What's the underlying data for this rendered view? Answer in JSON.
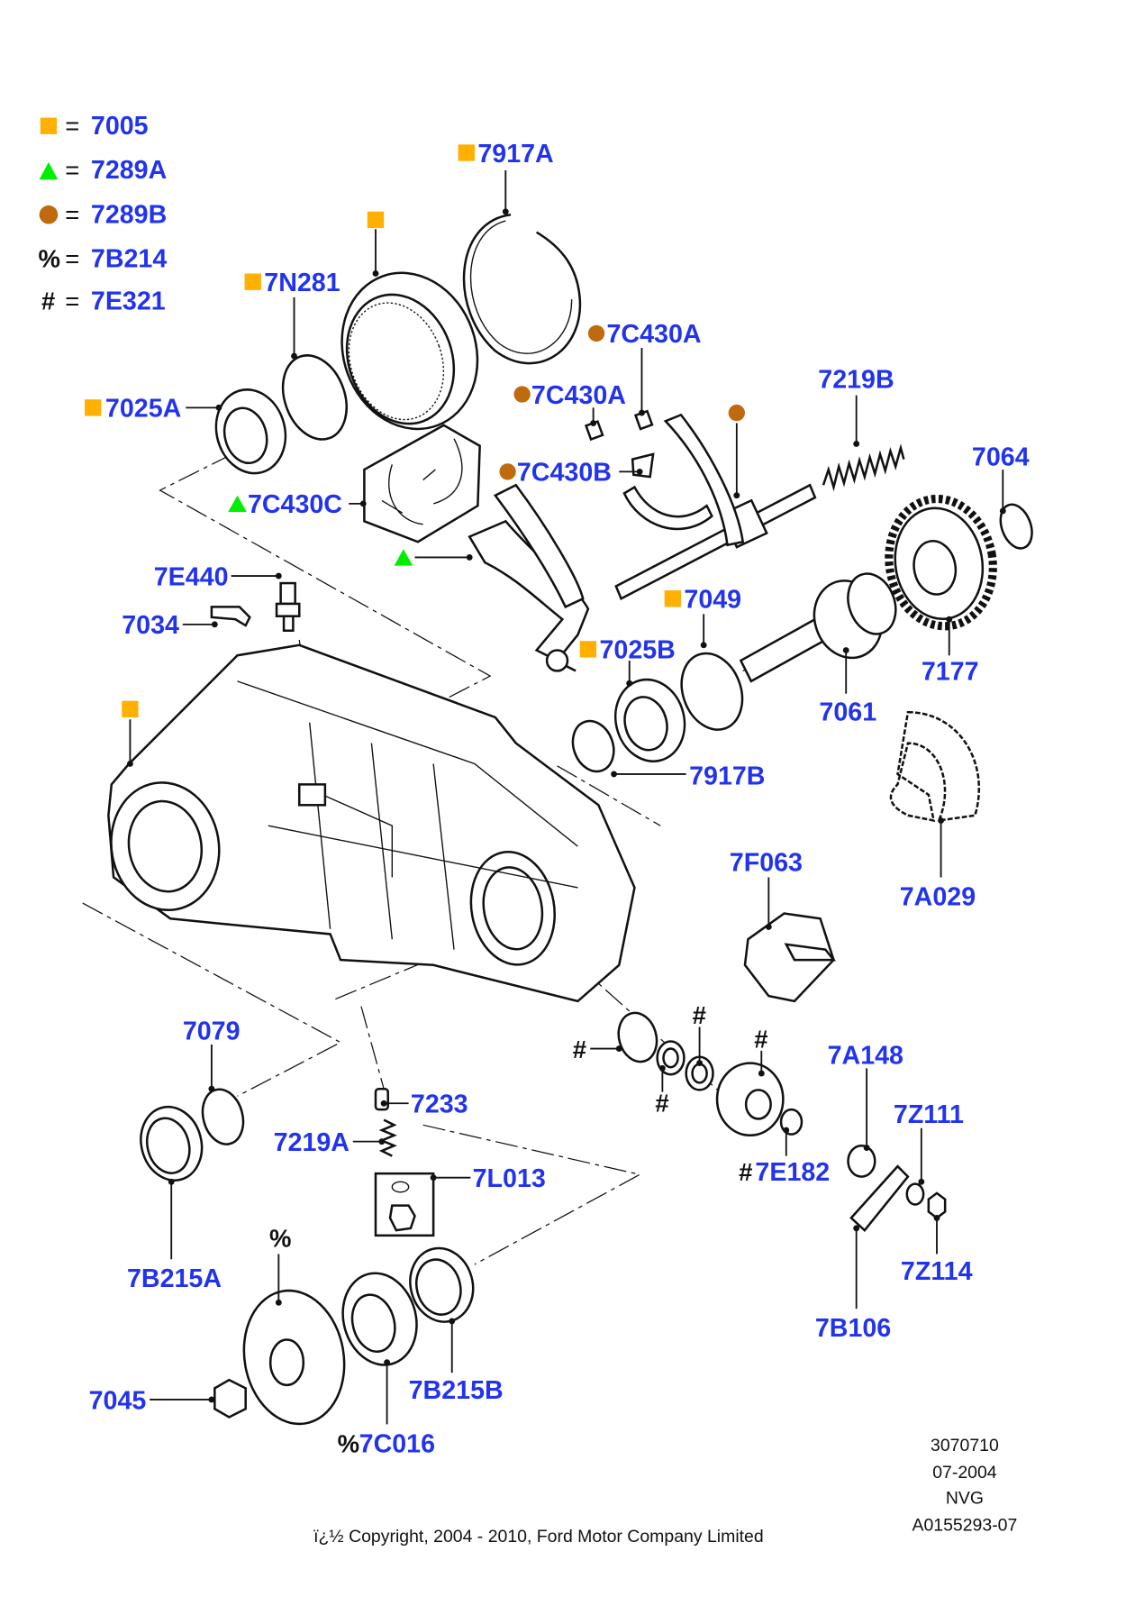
{
  "colors": {
    "label": "#2233ee",
    "square": "#ffb000",
    "triangle": "#00ee00",
    "circle": "#c06a10"
  },
  "legend": {
    "equals": "=",
    "items": [
      {
        "symbol": "square-marker",
        "code": "7005"
      },
      {
        "symbol": "triangle-marker",
        "code": "7289A"
      },
      {
        "symbol": "circle-marker",
        "code": "7289B"
      },
      {
        "symbol": "%",
        "code": "7B214"
      },
      {
        "symbol": "#",
        "code": "7E321"
      }
    ]
  },
  "callouts": {
    "c7917A": "7917A",
    "c7N281": "7N281",
    "c7025A": "7025A",
    "c7C430A_1": "7C430A",
    "c7C430A_2": "7C430A",
    "c7219B": "7219B",
    "c7C430B": "7C430B",
    "c7064": "7064",
    "c7C430C": "7C430C",
    "c7E440": "7E440",
    "c7034": "7034",
    "c7049": "7049",
    "c7025B": "7025B",
    "c7177": "7177",
    "c7061": "7061",
    "c7917B": "7917B",
    "c7F063": "7F063",
    "c7A029": "7A029",
    "c7079": "7079",
    "c7233": "7233",
    "c7219A": "7219A",
    "c7L013": "7L013",
    "c7E182": "7E182",
    "c7A148": "7A148",
    "c7Z111": "7Z111",
    "c7Z114": "7Z114",
    "c7B106": "7B106",
    "c7B215A": "7B215A",
    "c7B215B": "7B215B",
    "c7045": "7045",
    "c7C016": "7C016",
    "hash": "#",
    "percent": "%"
  },
  "footer": {
    "drawing_number": "3070710",
    "date": "07-2004",
    "code": "NVG",
    "reference": "A0155293-07",
    "copyright": "ï¿½ Copyright, 2004 - 2010, Ford Motor Company Limited"
  }
}
